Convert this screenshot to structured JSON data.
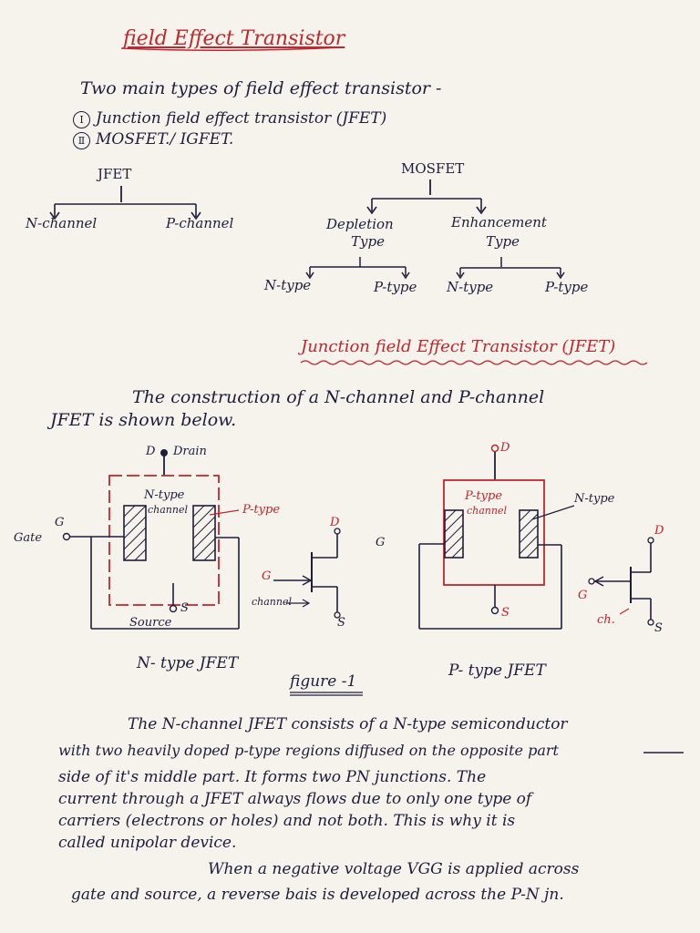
{
  "title": "field Effect Transistor",
  "intro_line": "Two main types of field effect transistor -",
  "types": [
    {
      "num": "Ⅰ",
      "text": "Junction field effect transistor (JFET)"
    },
    {
      "num": "Ⅱ",
      "text": "MOSFET./ IGFET."
    }
  ],
  "tree": {
    "jfet": "JFET",
    "jfet_children": [
      "N-channel",
      "P-channel"
    ],
    "mosfet": "MOSFET",
    "depletion": "Depletion",
    "depletion_type": "Type",
    "enhancement": "Enhancement",
    "enhancement_type": "Type",
    "leaves": [
      "N-type",
      "P-type",
      "N-type",
      "P-type"
    ]
  },
  "section_title": "Junction field Effect Transistor (JFET)",
  "construction_1": "The construction of a N-channel and P-channel",
  "construction_2": "JFET is shown below.",
  "diagram_n": {
    "drain": "D",
    "drain_label": "Drain",
    "channel_1": "N-type",
    "channel_2": "channel",
    "ptype": "P-type",
    "gate": "Gate",
    "g": "G",
    "s": "S",
    "source": "Source",
    "caption": "N- type JFET",
    "sym_d": "D",
    "sym_g": "G",
    "sym_s": "S",
    "sym_channel": "channel"
  },
  "diagram_p": {
    "d": "D",
    "channel_1": "P-type",
    "channel_2": "channel",
    "ntype": "N-type",
    "g": "G",
    "s": "S",
    "caption": "P- type JFET",
    "sym_d": "D",
    "sym_g": "G",
    "sym_s": "S",
    "sym_ch": "ch."
  },
  "figure_label": "figure -1",
  "paragraph": [
    "The N-channel JFET consists of a N-type semiconductor",
    "with two heavily doped p-type regions diffused on the opposite part",
    "side of it's middle part. It forms two PN junctions. The",
    "current through a JFET always flows due to only one type of",
    "carriers (electrons or holes) and not both. This is why it is",
    "called unipolar device."
  ],
  "paragraph2": [
    "When a negative voltage VGG is applied across",
    "gate and source, a reverse bais is developed across the P-N jn."
  ]
}
